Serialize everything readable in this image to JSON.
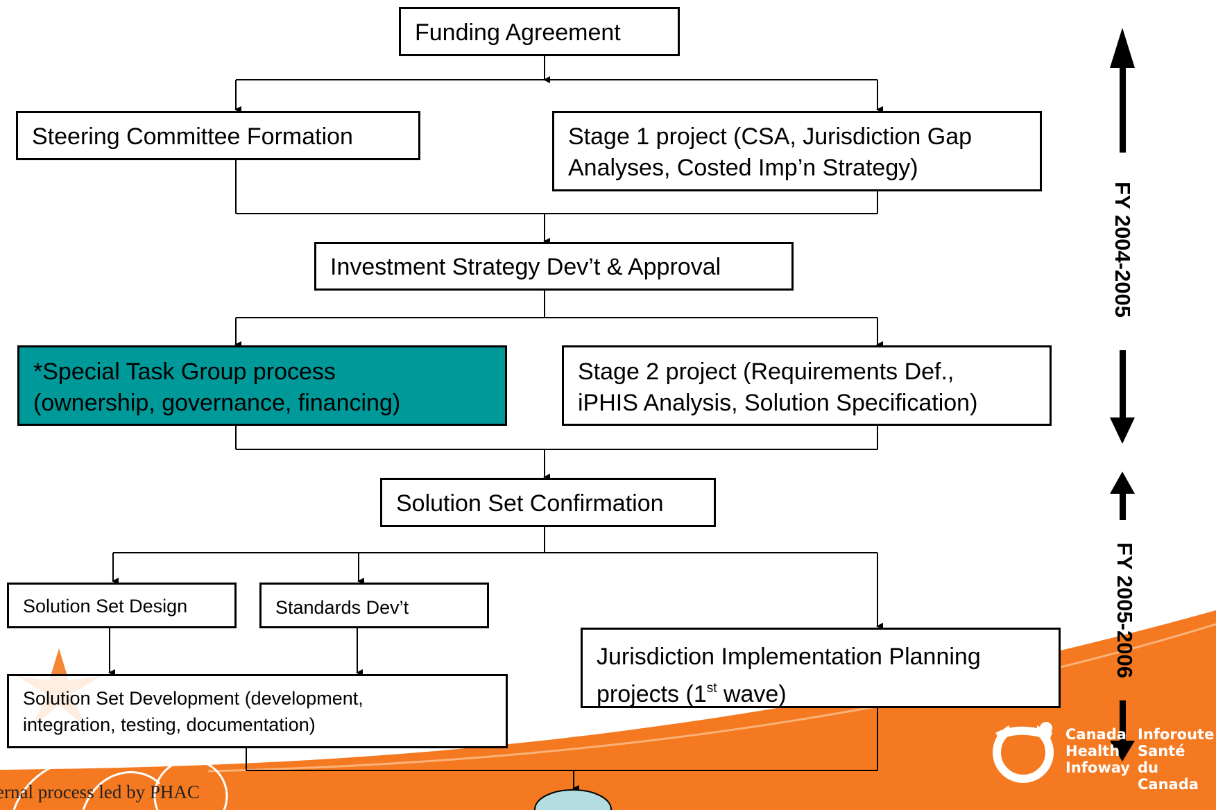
{
  "boxes": {
    "funding_agreement": "Funding Agreement",
    "steering_committee": "Steering Committee Formation",
    "stage1_line1": "Stage 1 project (CSA, Jurisdiction Gap",
    "stage1_line2": "Analyses, Costed Imp’n Strategy)",
    "investment_strategy": "Investment Strategy Dev’t & Approval",
    "special_task_line1": "*Special Task Group process",
    "special_task_line2": "(ownership, governance, financing)",
    "stage2_line1": "Stage 2 project (Requirements Def.,",
    "stage2_line2": "iPHIS Analysis, Solution Specification)",
    "solution_set_confirmation": "Solution Set Confirmation",
    "solution_set_design": "Solution Set Design",
    "standards_dev": "Standards Dev’t",
    "jurisdiction_line1": "Jurisdiction Implementation Planning",
    "jurisdiction_line2_prefix": "projects (1",
    "jurisdiction_line2_sup": "st",
    "jurisdiction_line2_suffix": " wave)",
    "solution_dev_line1": "Solution Set Development (development,",
    "solution_dev_line2": "integration, testing, documentation)"
  },
  "timeline": {
    "fy1": "FY 2004-2005",
    "fy2": "FY 2005-2006"
  },
  "footnote": "ernal process led by PHAC",
  "logo": {
    "en_line1": "Canada",
    "en_line2": "Health",
    "en_line3": "Infoway",
    "fr_line1": "Inforoute",
    "fr_line2": "Santé",
    "fr_line3": "du Canada"
  },
  "colors": {
    "teal_fill": "#009999",
    "orange": "#f47920",
    "oval_fill": "#b3dde0"
  }
}
